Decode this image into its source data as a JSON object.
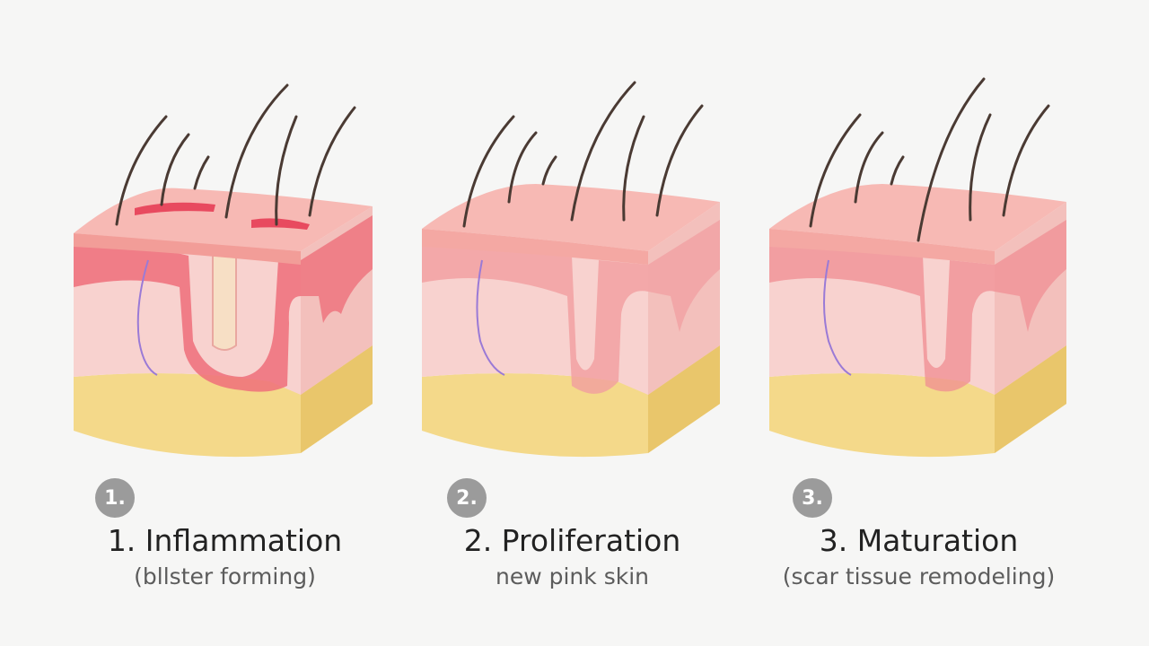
{
  "colors": {
    "background": "#f6f6f5",
    "epidermis": "#f7b9b4",
    "dermis": "#f8d2cf",
    "inflamed": "#ee6f7a",
    "fat": "#f4d98a",
    "hair": "#4a3a33",
    "badge": "#9b9b9b"
  },
  "stages": [
    {
      "badge": "1.",
      "title": "1. Inflammation",
      "subtitle": "(bllster forming)"
    },
    {
      "badge": "2.",
      "title": "2. Proliferation",
      "subtitle": "new pink skin"
    },
    {
      "badge": "3.",
      "title": "3. Maturation",
      "subtitle": "(scar tissue remodeling)"
    }
  ]
}
